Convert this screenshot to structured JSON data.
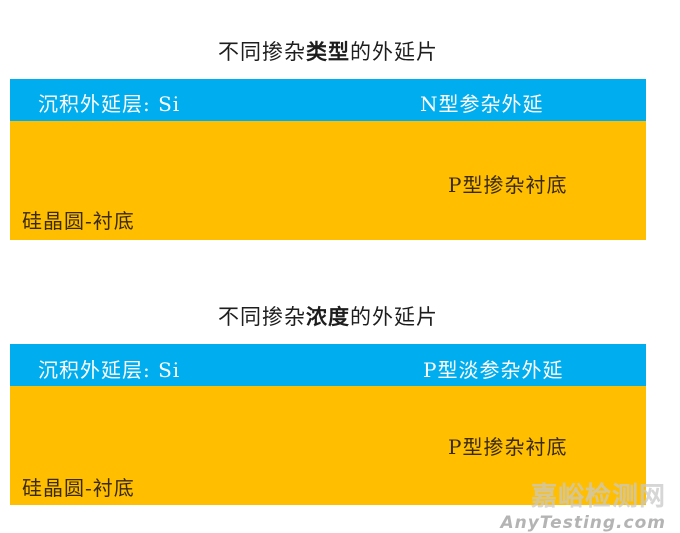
{
  "diagrams": [
    {
      "title_pre": "不同掺杂",
      "title_bold": "类型",
      "title_post": "的外延片",
      "epi_layer_label": "沉积外延层: Si",
      "epi_type_label": "N型参杂外延",
      "substrate_type_label": "P型掺杂衬底",
      "wafer_label": "硅晶圆-衬底"
    },
    {
      "title_pre": "不同掺杂",
      "title_bold": "浓度",
      "title_post": "的外延片",
      "epi_layer_label": "沉积外延层: Si",
      "epi_type_label": "P型淡参杂外延",
      "substrate_type_label": "P型掺杂衬底",
      "wafer_label": "硅晶圆-衬底"
    }
  ],
  "watermark": {
    "cn": "嘉峪检测网",
    "en": "AnyTesting.com"
  },
  "colors": {
    "epi_layer": "#00adef",
    "substrate": "#ffbf00"
  }
}
